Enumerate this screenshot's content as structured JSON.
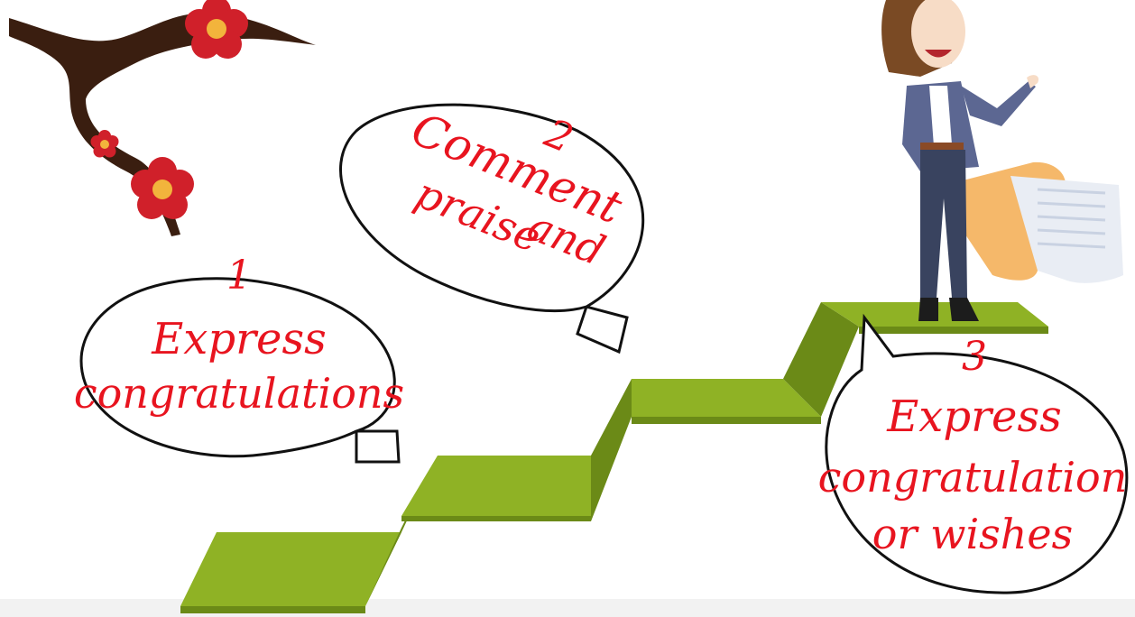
{
  "colors": {
    "text_red": "#e8141f",
    "step_top": "#8fb225",
    "step_face": "#6b8a17",
    "branch": "#3a1e10",
    "flower": "#d0202a",
    "flower_center": "#f2b43c"
  },
  "steps": [
    {
      "number": "1",
      "line1": "Express",
      "line2": "congratulations",
      "line3": ""
    },
    {
      "number": "2",
      "line1": "Comment",
      "line2": "and",
      "line3": "praise"
    },
    {
      "number": "3",
      "line1": "Express",
      "line2": "congratulation",
      "line3": "or wishes"
    }
  ]
}
